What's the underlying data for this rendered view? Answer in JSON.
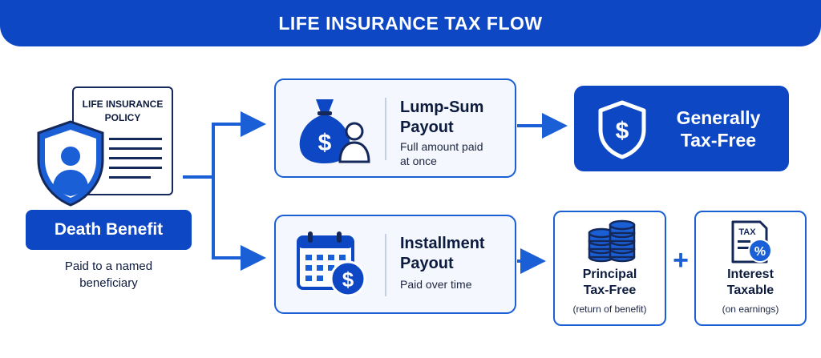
{
  "header": {
    "title": "LIFE INSURANCE TAX FLOW"
  },
  "policy": {
    "doc_line1": "LIFE INSURANCE",
    "doc_line2": "POLICY",
    "icon": "shield-person-icon"
  },
  "death_benefit": {
    "label": "Death Benefit",
    "desc_line1": "Paid to a named",
    "desc_line2": "beneficiary"
  },
  "lump_sum": {
    "title_line1": "Lump-Sum",
    "title_line2": "Payout",
    "desc_line1": "Full amount paid",
    "desc_line2": "at once",
    "icon": "money-bag-person-icon"
  },
  "tax_free": {
    "line1": "Generally",
    "line2": "Tax-Free",
    "icon": "shield-dollar-icon"
  },
  "installment": {
    "title_line1": "Installment",
    "title_line2": "Payout",
    "desc": "Paid over time",
    "icon": "calendar-dollar-icon"
  },
  "principal": {
    "title_line1": "Principal",
    "title_line2": "Tax-Free",
    "note": "(return of benefit)",
    "icon": "coin-stack-icon"
  },
  "interest": {
    "title_line1": "Interest",
    "title_line2": "Taxable",
    "note": "(on earnings)",
    "tax_label": "TAX",
    "icon": "tax-percent-icon"
  },
  "plus_sign": "+",
  "colors": {
    "primary": "#0d47c4",
    "accent": "#1a5fd6",
    "card_bg": "#f4f7fd",
    "text": "#0d1b3e"
  }
}
